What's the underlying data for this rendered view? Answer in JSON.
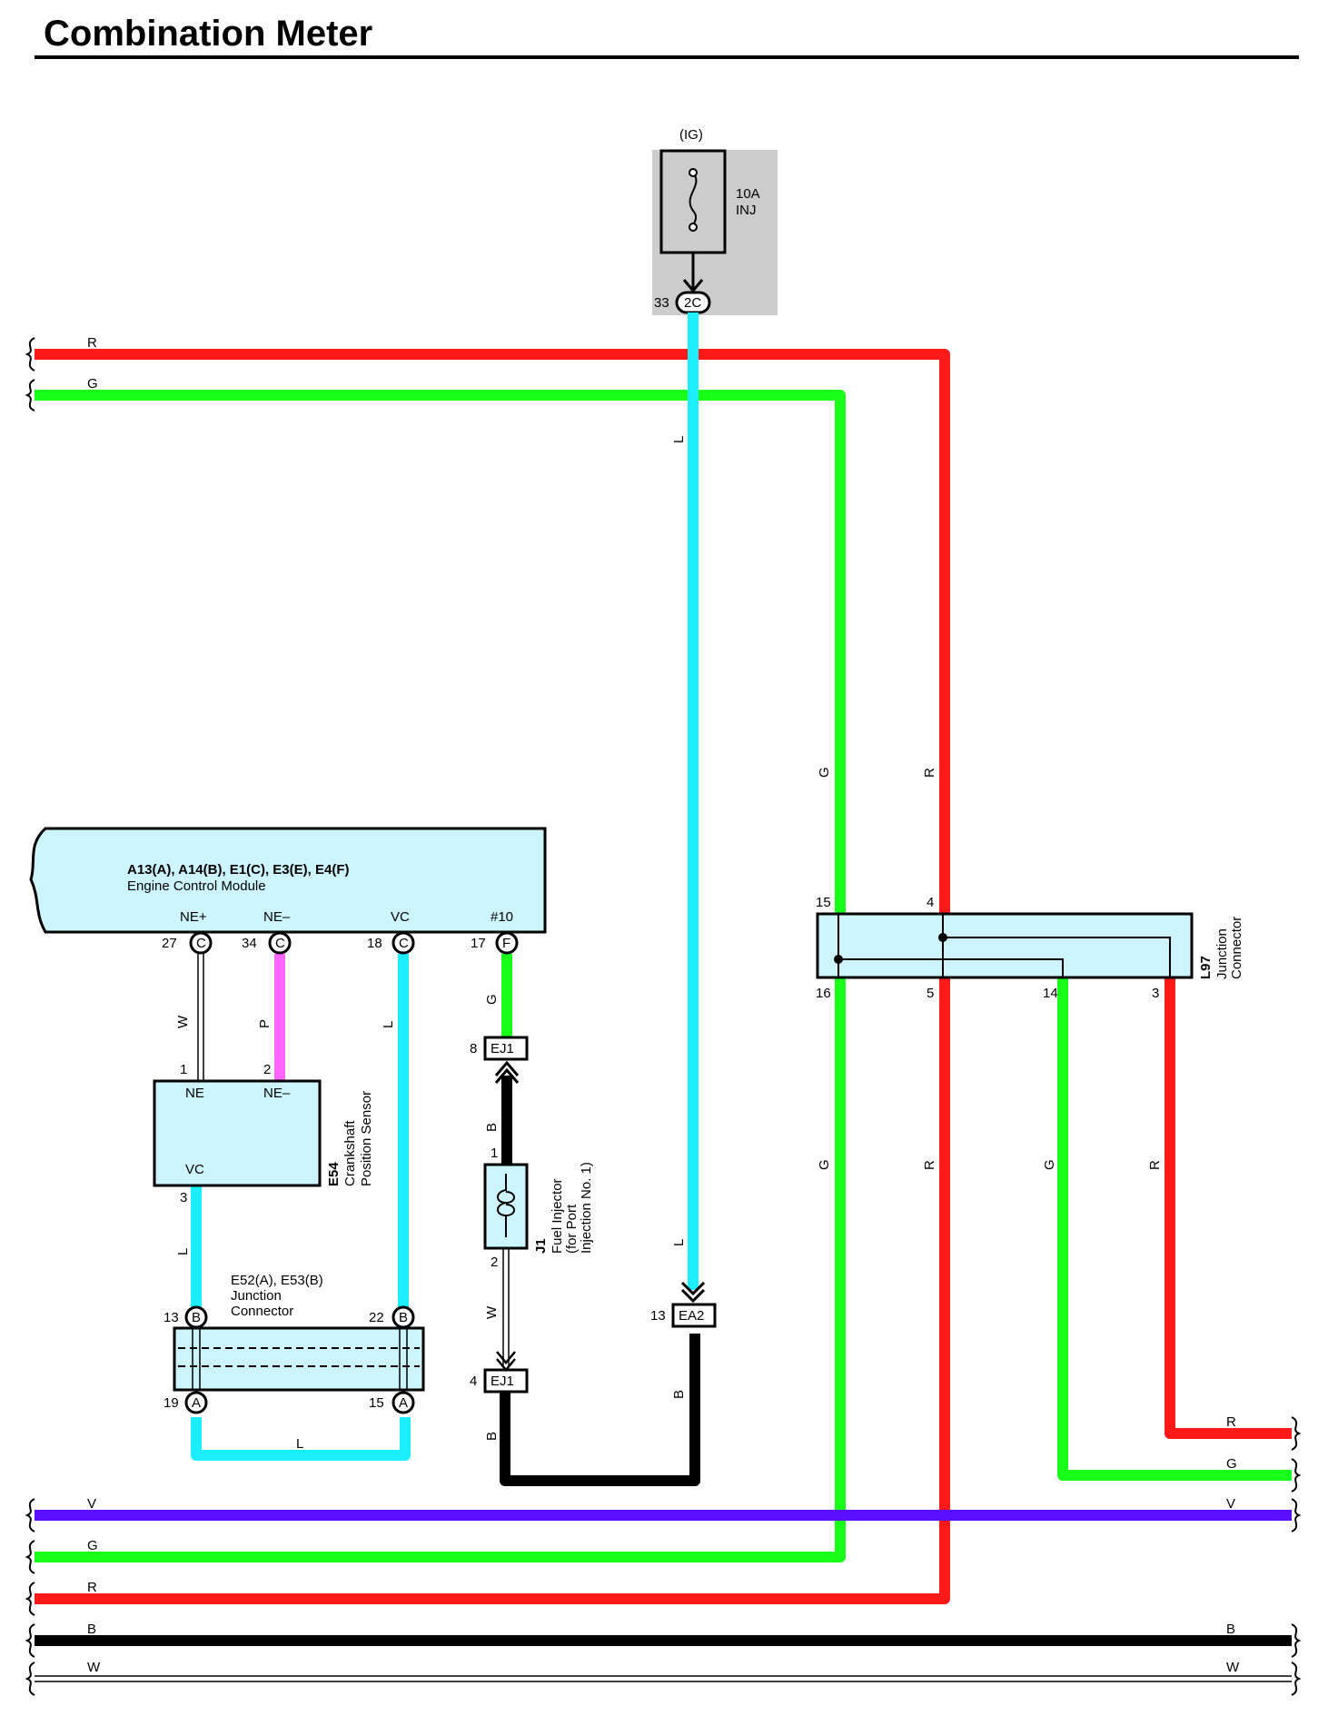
{
  "title": "Combination Meter",
  "colors": {
    "R": "#ff1a1a",
    "G": "#1aff1a",
    "L": "#1aeeff",
    "P": "#ff66ff",
    "V": "#5a10ff",
    "B": "#000000",
    "W": "#ffffff",
    "component_fill": "#ccf5ff",
    "fuse_box_fill": "#cccccc"
  },
  "fuse": {
    "supply": "(IG)",
    "rating": "10A",
    "name": "INJ",
    "connector_pin": "33",
    "connector": "2C"
  },
  "ecm": {
    "ids": "A13(A), A14(B), E1(C), E3(E), E4(F)",
    "name": "Engine Control Module",
    "terminals": [
      {
        "label": "NE+",
        "pin": "27",
        "conn": "C"
      },
      {
        "label": "NE–",
        "pin": "34",
        "conn": "C"
      },
      {
        "label": "VC",
        "pin": "18",
        "conn": "C"
      },
      {
        "label": "#10",
        "pin": "17",
        "conn": "F"
      }
    ]
  },
  "crank_sensor": {
    "id": "E54",
    "name_line1": "Crankshaft",
    "name_line2": "Position Sensor",
    "terminals": [
      {
        "label": "NE",
        "pin": "1"
      },
      {
        "label": "NE–",
        "pin": "2"
      },
      {
        "label": "VC",
        "pin": "3"
      }
    ]
  },
  "jc_e52": {
    "ids": "E52(A), E53(B)",
    "name_line1": "Junction",
    "name_line2": "Connector",
    "pins_top": [
      {
        "pin": "13",
        "conn": "B"
      },
      {
        "pin": "22",
        "conn": "B"
      }
    ],
    "pins_bottom": [
      {
        "pin": "19",
        "conn": "A"
      },
      {
        "pin": "15",
        "conn": "A"
      }
    ]
  },
  "injector": {
    "id": "J1",
    "name_line1": "Fuel Injector",
    "name_line2": "(for Port",
    "name_line3": "Injection No. 1)",
    "pins": [
      "1",
      "2"
    ]
  },
  "connectors": {
    "ej1_top": {
      "pin": "8",
      "name": "EJ1"
    },
    "ej1_bottom": {
      "pin": "4",
      "name": "EJ1"
    },
    "ea2": {
      "pin": "13",
      "name": "EA2"
    }
  },
  "jc_l97": {
    "id": "L97",
    "name_line1": "Junction",
    "name_line2": "Connector",
    "pins_top": [
      "15",
      "4"
    ],
    "pins_bottom": [
      "16",
      "5",
      "14",
      "3"
    ]
  },
  "wire_labels": {
    "top_bus": [
      "R",
      "G"
    ],
    "bottom_bus_left": [
      "V",
      "G",
      "R",
      "B",
      "W"
    ],
    "bottom_bus_right": [
      "R",
      "G",
      "V",
      "B",
      "W"
    ],
    "ig_down": "L",
    "ig_down2": "L",
    "l97_up": [
      "G",
      "R"
    ],
    "l97_down": [
      "G",
      "R",
      "G",
      "R"
    ],
    "ecm_wires": [
      "W",
      "P",
      "L",
      "G"
    ],
    "sensor_vc": "L",
    "jc_loop": "L",
    "injector_up": "B",
    "injector_down": "W",
    "ej1_out": "B",
    "ea2_out": "B"
  }
}
